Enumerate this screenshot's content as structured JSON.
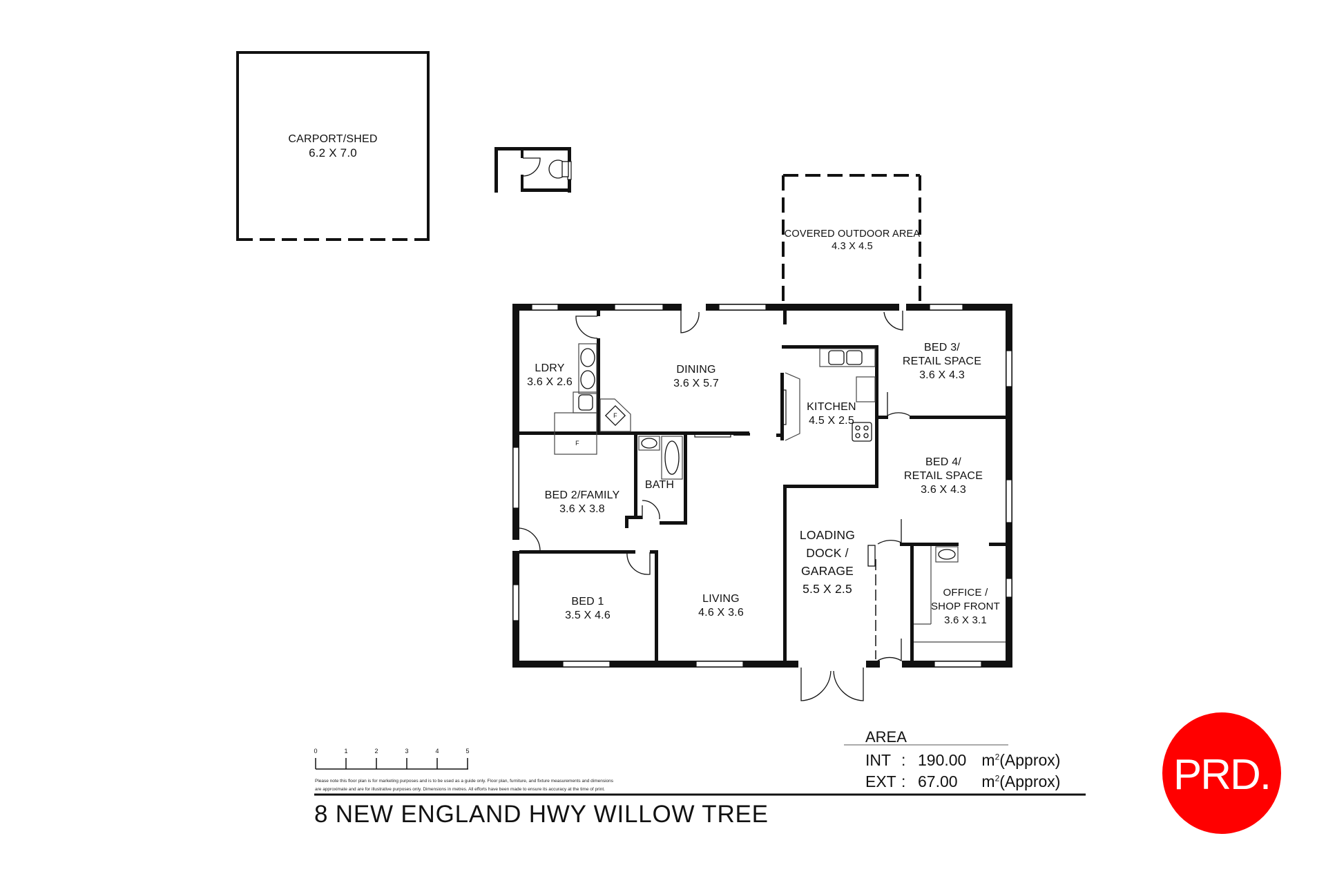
{
  "title": "8 NEW ENGLAND HWY WILLOW TREE",
  "rooms": {
    "carport": {
      "name": "CARPORT/SHED",
      "size": "6.2 X 7.0"
    },
    "covered_outdoor": {
      "name": "COVERED OUTDOOR AREA",
      "size": "4.3 X 4.5"
    },
    "ldry": {
      "name": "LDRY",
      "size": "3.6 X 2.6"
    },
    "dining": {
      "name": "DINING",
      "size": "3.6 X 5.7"
    },
    "kitchen": {
      "name": "KITCHEN",
      "size": "4.5 X 2.5"
    },
    "bed3": {
      "name_line1": "BED 3/",
      "name_line2": "RETAIL SPACE",
      "size": "3.6 X 4.3"
    },
    "bed4": {
      "name_line1": "BED 4/",
      "name_line2": "RETAIL SPACE",
      "size": "3.6 X 4.3"
    },
    "bed2": {
      "name": "BED 2/FAMILY",
      "size": "3.6 X 3.8"
    },
    "bath": {
      "name": "BATH"
    },
    "bed1": {
      "name": "BED 1",
      "size": "3.5 X 4.6"
    },
    "living": {
      "name": "LIVING",
      "size": "4.6 X 3.6"
    },
    "garage": {
      "name_line1": "LOADING",
      "name_line2": "DOCK /",
      "name_line3": "GARAGE",
      "size": "5.5 X 2.5"
    },
    "office": {
      "name_line1": "OFFICE /",
      "name_line2": "SHOP FRONT",
      "size": "3.6 X 3.1"
    }
  },
  "fixture_labels": {
    "fridge": "F"
  },
  "scale_bar": {
    "ticks": [
      "0",
      "1",
      "2",
      "3",
      "4",
      "5"
    ],
    "unit": "metres"
  },
  "disclaimer": {
    "line1": "Please note this floor plan is for marketing purposes and is to be used as a guide only. Floor plan, furniture, and fixture measurements and dimensions",
    "line2": "are approximate and are for illustrative purposes only. Dimensions in metres. All efforts have been made to ensure its accuracy at the time of print."
  },
  "area": {
    "heading": "AREA",
    "int": {
      "key": "INT",
      "sep": ":",
      "value": "190.00",
      "unit": "m",
      "sup": "2",
      "note": "(Approx)"
    },
    "ext": {
      "key": "EXT",
      "sep": ":",
      "value": "67.00",
      "unit": "m",
      "sup": "2",
      "note": "(Approx)"
    }
  },
  "brand": {
    "logo_text": "PRD.",
    "color": "#ff0000"
  }
}
